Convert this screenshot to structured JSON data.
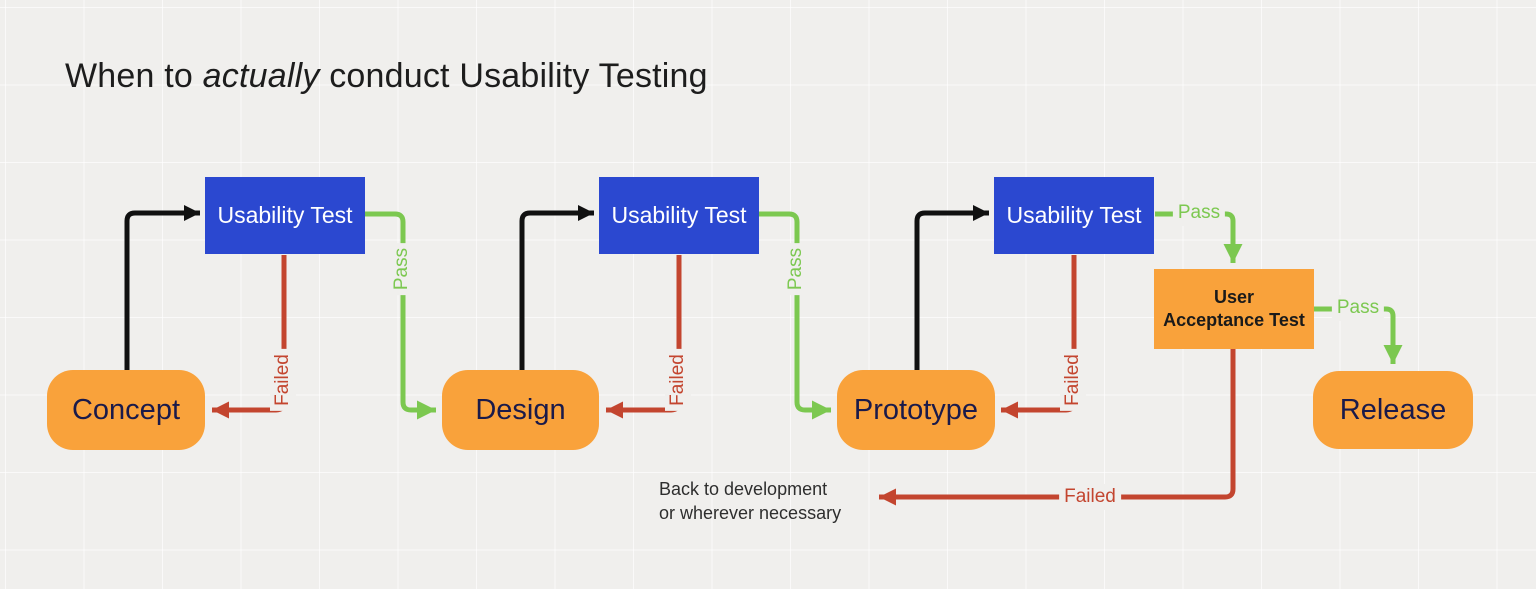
{
  "title": {
    "part1": "When to ",
    "italic": "actually",
    "part2": " conduct Usability Testing"
  },
  "nodes": {
    "test1": {
      "label": "Usability Test"
    },
    "test2": {
      "label": "Usability Test"
    },
    "test3": {
      "label": "Usability Test"
    },
    "concept": {
      "label": "Concept"
    },
    "design": {
      "label": "Design"
    },
    "prototype": {
      "label": "Prototype"
    },
    "uat": {
      "line1": "User",
      "line2": "Acceptance Test"
    },
    "release": {
      "label": "Release"
    }
  },
  "edges": {
    "pass1": {
      "label": "Pass"
    },
    "pass2": {
      "label": "Pass"
    },
    "pass3": {
      "label": "Pass"
    },
    "pass4": {
      "label": "Pass"
    },
    "failed1": {
      "label": "Failed"
    },
    "failed2": {
      "label": "Failed"
    },
    "failed3": {
      "label": "Failed"
    },
    "failed4": {
      "label": "Failed"
    }
  },
  "note": {
    "line1": "Back to development",
    "line2": "or wherever necessary"
  },
  "colors": {
    "background": "#f0efed",
    "blue": "#2b48d0",
    "orange": "#f9a23b",
    "green": "#7cc850",
    "red": "#c3452f",
    "black": "#111111",
    "navy": "#1a1a4a"
  }
}
